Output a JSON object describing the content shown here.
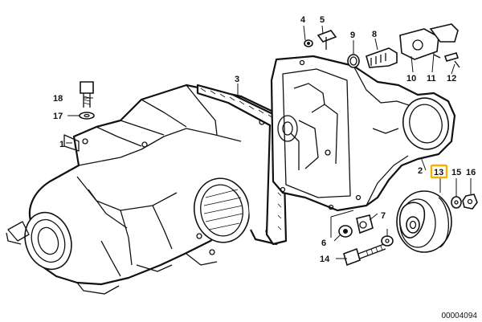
{
  "diagram": {
    "highlight_color": "#f0b400",
    "callouts": [
      {
        "id": "c1",
        "text": "1"
      },
      {
        "id": "c2",
        "text": "2"
      },
      {
        "id": "c3",
        "text": "3"
      },
      {
        "id": "c4",
        "text": "4"
      },
      {
        "id": "c5",
        "text": "5"
      },
      {
        "id": "c6",
        "text": "6"
      },
      {
        "id": "c7",
        "text": "7"
      },
      {
        "id": "c8",
        "text": "8"
      },
      {
        "id": "c9",
        "text": "9"
      },
      {
        "id": "c10",
        "text": "10"
      },
      {
        "id": "c11",
        "text": "11"
      },
      {
        "id": "c12",
        "text": "12"
      },
      {
        "id": "c13",
        "text": "13",
        "highlighted": true
      },
      {
        "id": "c14",
        "text": "14"
      },
      {
        "id": "c15",
        "text": "15"
      },
      {
        "id": "c16",
        "text": "16"
      },
      {
        "id": "c17",
        "text": "17"
      },
      {
        "id": "c18",
        "text": "18"
      }
    ],
    "document_number": "00004094"
  }
}
